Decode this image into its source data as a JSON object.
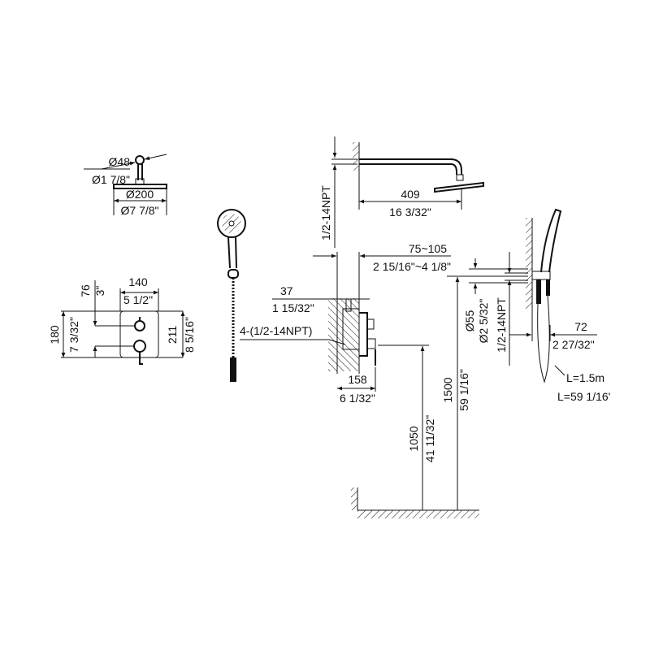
{
  "rain_head_top_view": {
    "arm_diameter_mm": "Ø48",
    "arm_diameter_in": "Ø1 7/8\"",
    "head_diameter_mm": "Ø200",
    "head_diameter_in": "Ø7 7/8\""
  },
  "valve_trim": {
    "width_mm": "140",
    "width_in": "5 1/2\"",
    "offset_mm": "76",
    "offset_in": "3\"",
    "spacing_mm": "180",
    "spacing_in": "7 3/32\"",
    "height_mm": "211",
    "height_in": "8 5/16\""
  },
  "side_view": {
    "arm_thread": "1/2-14NPT",
    "arm_length_mm": "409",
    "arm_length_in": "16 3/32\"",
    "wall_depth_mm": "75~105",
    "wall_depth_in": "2 15/16\"~4 1/8\"",
    "valve_depth_mm": "37",
    "valve_depth_in": "1 15/32\"",
    "valve_ports": "4-(1/2-14NPT)",
    "trim_projection_mm": "158",
    "trim_projection_in": "6 1/32\"",
    "valve_height_mm": "1050",
    "valve_height_in": "41 11/32\"",
    "outlet_height_mm": "1500",
    "outlet_height_in": "59 1/16\""
  },
  "hand_shower_side": {
    "flange_diameter_mm": "Ø55",
    "flange_diameter_in": "Ø2 5/32\"",
    "thread": "1/2-14NPT",
    "projection_mm": "72",
    "projection_in": "2 27/32\"",
    "hose_length_m": "L=1.5m",
    "hose_length_in": "L=59 1/16'"
  }
}
